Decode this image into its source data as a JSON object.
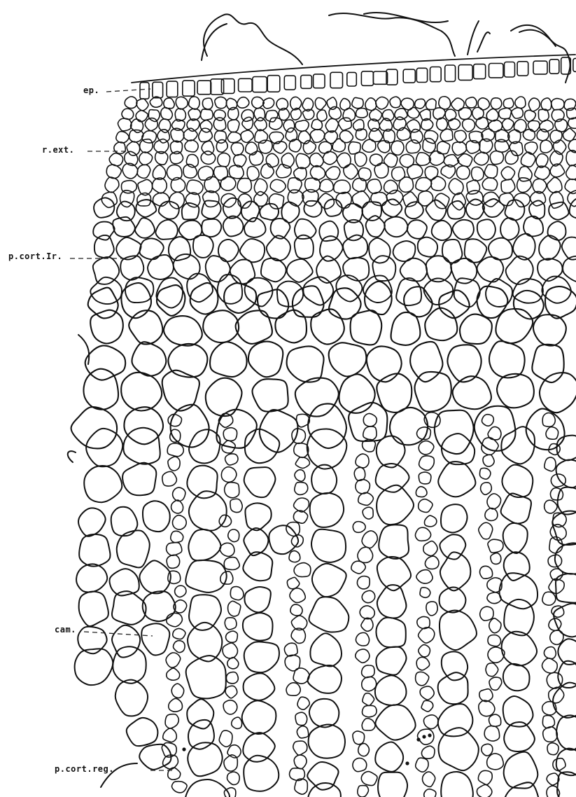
{
  "labels": {
    "ep": "ep.",
    "r_ext": "r.ext.",
    "p_cort_ir": "p.cort.Ir.",
    "cam": "cam.",
    "p_cort_reg": "p.cort.reg."
  },
  "colors": {
    "ink": "#111111",
    "paper": "#ffffff"
  }
}
